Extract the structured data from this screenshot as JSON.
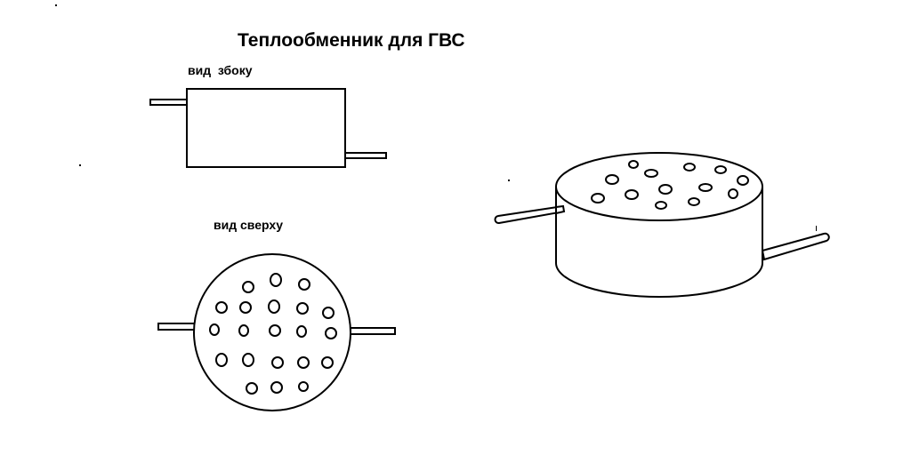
{
  "title": "Теплообменник для ГВС",
  "labels": {
    "side_view": "вид  збоку",
    "top_view": "вид сверху"
  },
  "colors": {
    "background": "#ffffff",
    "stroke": "#000000"
  }
}
